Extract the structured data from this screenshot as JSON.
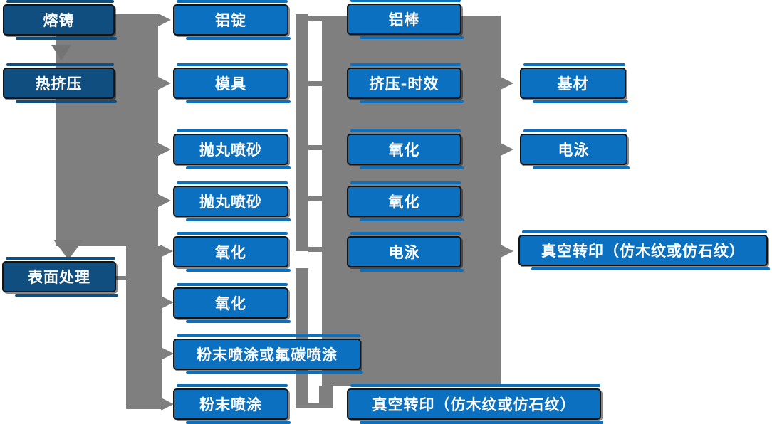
{
  "diagram": {
    "type": "flowchart",
    "language": "zh-CN",
    "description": "aluminum profile production process flowchart",
    "colors": {
      "dark_blue": "#0F4E7E",
      "blue": "#0B70C0",
      "gray": "#7F7F7F",
      "border": "#141414",
      "text": "#FFFFFF",
      "background": "#FFFFFF"
    },
    "nodes": [
      {
        "id": "melting-casting",
        "label": "熔铸",
        "style": "dark"
      },
      {
        "id": "hot-extrusion",
        "label": "热挤压",
        "style": "dark"
      },
      {
        "id": "surface-treatment",
        "label": "表面处理",
        "style": "dark"
      },
      {
        "id": "aluminum-ingot",
        "label": "铝锭",
        "style": "light"
      },
      {
        "id": "mold",
        "label": "模具",
        "style": "light"
      },
      {
        "id": "shot-blasting-1",
        "label": "抛丸喷砂",
        "style": "light"
      },
      {
        "id": "shot-blasting-2",
        "label": "抛丸喷砂",
        "style": "light"
      },
      {
        "id": "oxidation-1",
        "label": "氧化",
        "style": "light"
      },
      {
        "id": "oxidation-2",
        "label": "氧化",
        "style": "light"
      },
      {
        "id": "powder-or-fluorocarbon-coating",
        "label": "粉末喷涂或氟碳喷涂",
        "style": "light"
      },
      {
        "id": "powder-coating",
        "label": "粉末喷涂",
        "style": "light"
      },
      {
        "id": "aluminum-rod",
        "label": "铝棒",
        "style": "light"
      },
      {
        "id": "extrusion-aging",
        "label": "挤压-时效",
        "style": "light"
      },
      {
        "id": "oxidation-3",
        "label": "氧化",
        "style": "light"
      },
      {
        "id": "oxidation-4",
        "label": "氧化",
        "style": "light"
      },
      {
        "id": "electrophoresis-1",
        "label": "电泳",
        "style": "light"
      },
      {
        "id": "vacuum-transfer-print-bottom",
        "label": "真空转印（仿木纹或仿石纹）",
        "style": "light"
      },
      {
        "id": "base-material",
        "label": "基材",
        "style": "light"
      },
      {
        "id": "electrophoresis-2",
        "label": "电泳",
        "style": "light"
      },
      {
        "id": "vacuum-transfer-print-right",
        "label": "真空转印（仿木纹或仿石纹）",
        "style": "light"
      }
    ],
    "arrows": {
      "down_sequence": [
        "熔铸",
        "热挤压",
        "表面处理"
      ],
      "left_band_targets": [
        "铝锭",
        "模具",
        "抛丸喷砂",
        "抛丸喷砂",
        "氧化"
      ],
      "surface_band_targets": [
        "氧化",
        "粉末喷涂或氟碳喷涂",
        "粉末喷涂"
      ],
      "right_band_targets": [
        "基材",
        "电泳",
        "真空转印（仿木纹或仿石纹）"
      ]
    }
  }
}
